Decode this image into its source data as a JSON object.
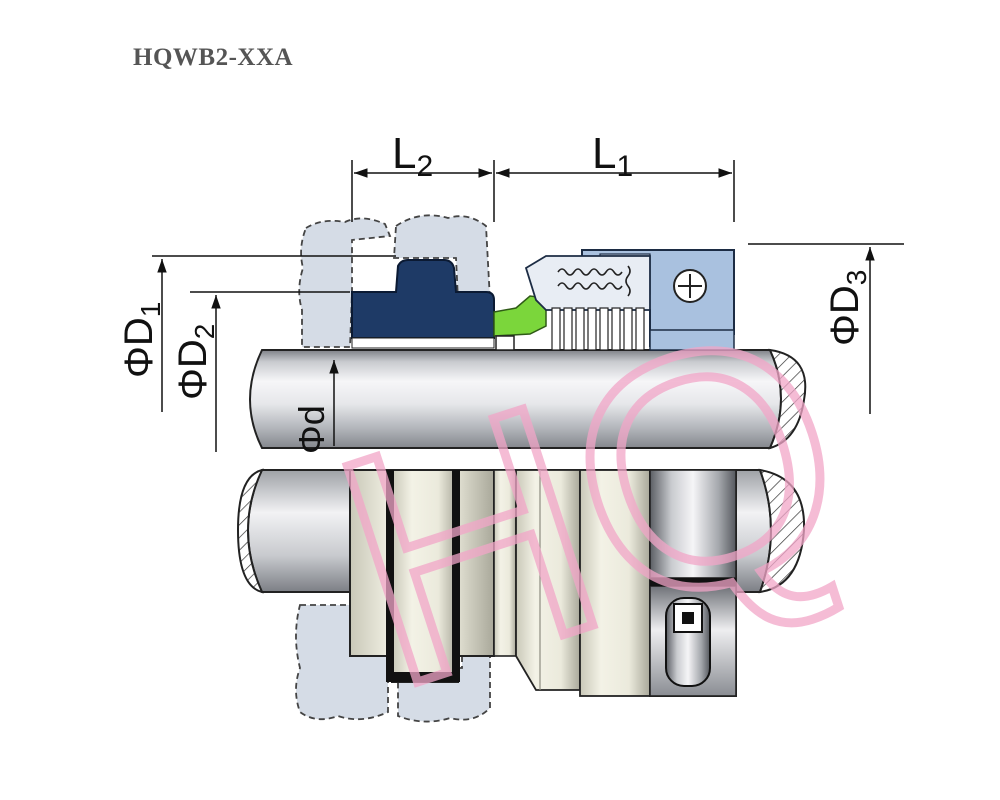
{
  "title": "HQWB2-XXA",
  "dimensions": {
    "l2": {
      "base": "L",
      "sub": "2"
    },
    "l1": {
      "base": "L",
      "sub": "1"
    },
    "d1": {
      "base": "ΦD",
      "sub": "1"
    },
    "d2": {
      "base": "ΦD",
      "sub": "2"
    },
    "d3": {
      "base": "ΦD",
      "sub": "3"
    },
    "d": {
      "base": "Φd"
    }
  },
  "watermark": "HQ",
  "colors": {
    "title": "#555555",
    "line": "#111111",
    "housing_fill": "#d5dce6",
    "housing_stroke": "#444444",
    "seat_fill": "#1e3a66",
    "oring_fill": "#7bd63b",
    "gland_fill": "#a9c1df",
    "shaft_light": "#f4f4f6",
    "shaft_dark": "#8f9298",
    "ring_cream": "#ecebdc",
    "ring_shadow": "#a5a597",
    "watermark": "#f2a6c8"
  }
}
